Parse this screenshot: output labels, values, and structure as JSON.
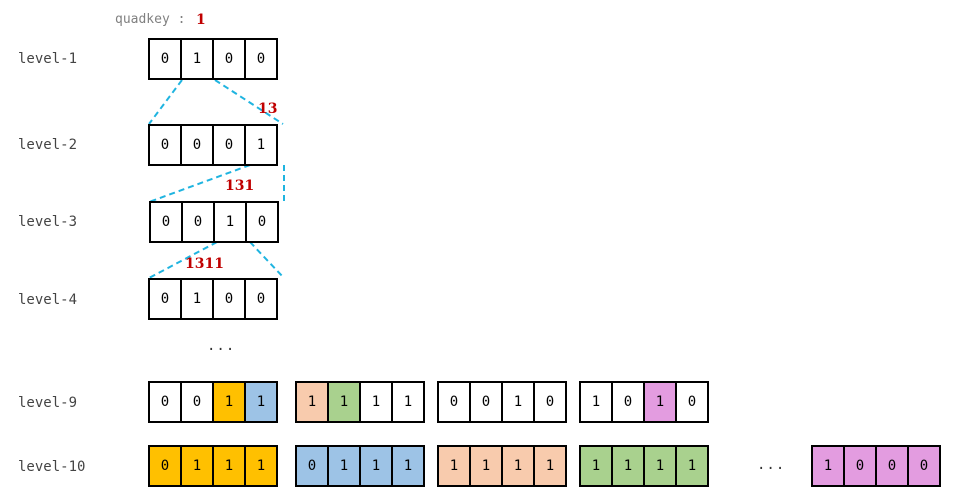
{
  "quadkey": {
    "label": "quadkey :",
    "value": "1"
  },
  "levels": {
    "l1": "level-1",
    "l2": "level-2",
    "l3": "level-3",
    "l4": "level-4",
    "l9": "level-9",
    "l10": "level-10"
  },
  "rows": {
    "level1": [
      "0",
      "1",
      "0",
      "0"
    ],
    "level2": [
      "0",
      "0",
      "0",
      "1"
    ],
    "level3": [
      "0",
      "0",
      "1",
      "0"
    ],
    "level4": [
      "0",
      "1",
      "0",
      "0"
    ],
    "level9": {
      "g1": [
        "0",
        "0",
        "1",
        "1"
      ],
      "g2": [
        "1",
        "1",
        "1",
        "1"
      ],
      "g3": [
        "0",
        "0",
        "1",
        "0"
      ],
      "g4": [
        "1",
        "0",
        "1",
        "0"
      ]
    },
    "level10": {
      "g1": [
        "0",
        "1",
        "1",
        "1"
      ],
      "g2": [
        "0",
        "1",
        "1",
        "1"
      ],
      "g3": [
        "1",
        "1",
        "1",
        "1"
      ],
      "g4": [
        "1",
        "1",
        "1",
        "1"
      ],
      "g5": [
        "1",
        "0",
        "0",
        "0"
      ]
    }
  },
  "keys": {
    "k13": "13",
    "k131": "131",
    "k1311": "1311"
  },
  "ellipsis": {
    "mid": "...",
    "right": "..."
  },
  "colors": {
    "orange": "#ffc000",
    "blue": "#9dc3e6",
    "peach": "#f8cbad",
    "green": "#a9d18e",
    "pink": "#e39ce0",
    "connector": "#1fb4e0",
    "key_red": "#c00000"
  }
}
